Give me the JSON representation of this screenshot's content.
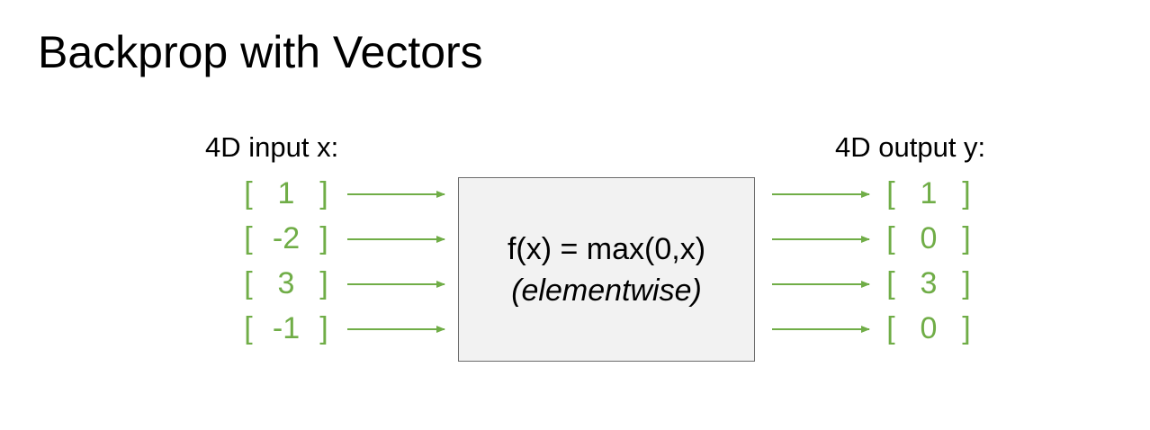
{
  "title": "Backprop with Vectors",
  "input": {
    "label": "4D input x:",
    "values": [
      "1",
      "-2",
      "3",
      "-1"
    ]
  },
  "output": {
    "label": "4D output y:",
    "values": [
      "1",
      "0",
      "3",
      "0"
    ]
  },
  "function": {
    "expression": "f(x) = max(0,x)",
    "note": "(elementwise)"
  },
  "colors": {
    "vector_green": "#70ad47",
    "box_fill": "#f2f2f2",
    "box_border": "#6b6b6b"
  }
}
